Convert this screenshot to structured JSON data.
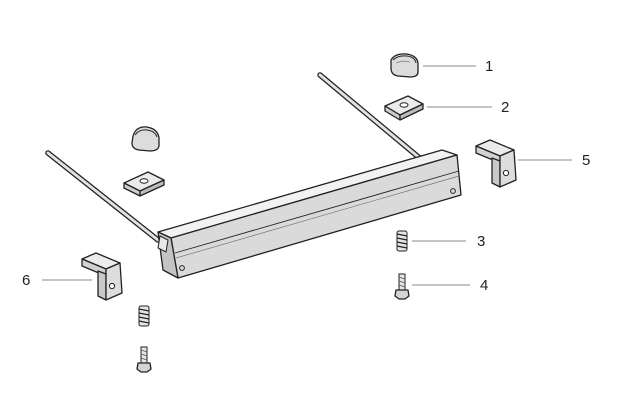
{
  "callouts": [
    {
      "number": "1",
      "part": "knob"
    },
    {
      "number": "2",
      "part": "clamp-plate"
    },
    {
      "number": "3",
      "part": "spring"
    },
    {
      "number": "4",
      "part": "screw"
    },
    {
      "number": "5",
      "part": "end-bracket-right"
    },
    {
      "number": "6",
      "part": "end-bracket-left"
    }
  ],
  "colors": {
    "line": "#222222",
    "leader": "#8a8a8a",
    "rail_light": "#f2f2f2",
    "rail_mid": "#d9d9d9",
    "rail_dark": "#bdbdbd"
  }
}
